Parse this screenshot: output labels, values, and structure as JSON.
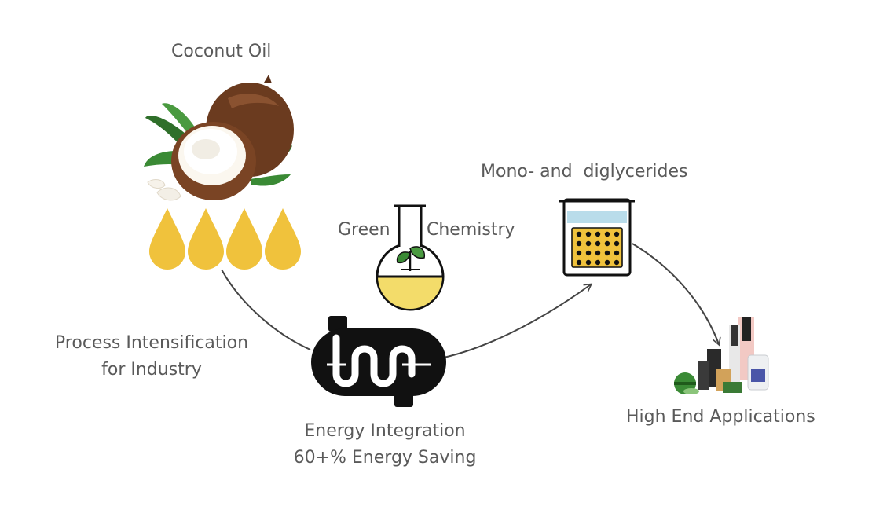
{
  "diagram": {
    "coconut_oil": "Coconut Oil",
    "green": "Green",
    "chemistry": "Chemistry",
    "mono_diglycerides": "Mono- and  diglycerides",
    "process_line1": "Process Intensification",
    "process_line2": "for Industry",
    "energy_line1": "Energy Integration",
    "energy_line2": "60+% Energy Saving",
    "high_end": "High End Applications"
  },
  "colors": {
    "oil_drop": "#f0c23c",
    "flask_liquid": "#f3dc6a",
    "beaker_liquid": "#b9dcea",
    "beaker_grid": "#f0c23c",
    "reactor": "#111111",
    "leaf": "#3a8a35",
    "text": "#5a5a5a"
  }
}
